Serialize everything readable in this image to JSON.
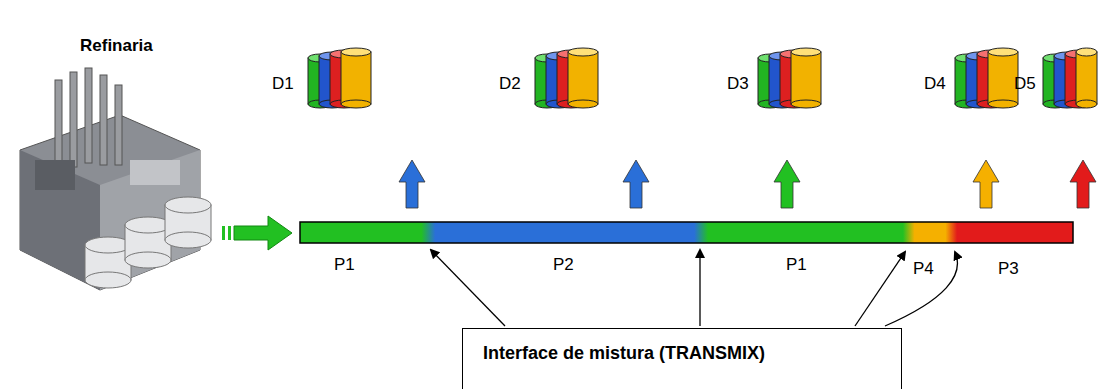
{
  "diagram": {
    "title": "Refinaria",
    "nodes": [
      {
        "text": [
          "Interface de mistura (TRANSMIX)"
        ]
      }
    ],
    "labels": [
      "D1",
      "D2",
      "D3",
      "D4",
      "D5",
      "P1",
      "P2",
      "P1",
      "P4",
      "P3"
    ]
  }
}
